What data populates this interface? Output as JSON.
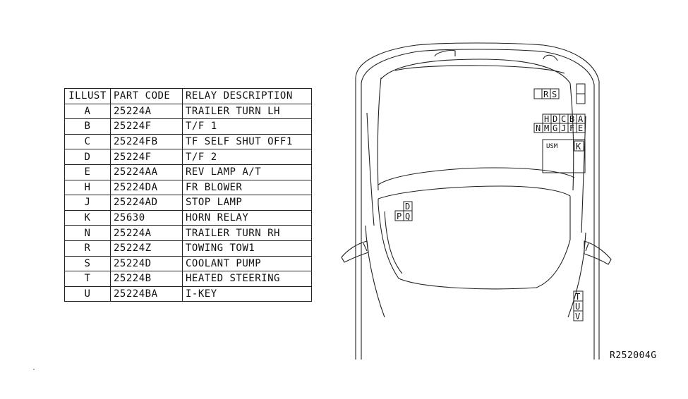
{
  "table": {
    "headers": {
      "illust": "ILLUST",
      "part_code": "PART CODE",
      "description": "RELAY DESCRIPTION"
    },
    "rows": [
      {
        "illust": "A",
        "part_code": "25224A",
        "description": "TRAILER TURN LH"
      },
      {
        "illust": "B",
        "part_code": "25224F",
        "description": "T/F 1"
      },
      {
        "illust": "C",
        "part_code": "25224FB",
        "description": "TF SELF SHUT OFF1"
      },
      {
        "illust": "D",
        "part_code": "25224F",
        "description": "T/F 2"
      },
      {
        "illust": "E",
        "part_code": "25224AA",
        "description": "REV LAMP A/T"
      },
      {
        "illust": "H",
        "part_code": "25224DA",
        "description": "FR BLOWER"
      },
      {
        "illust": "J",
        "part_code": "25224AD",
        "description": "STOP LAMP"
      },
      {
        "illust": "K",
        "part_code": "25630",
        "description": "HORN RELAY"
      },
      {
        "illust": "N",
        "part_code": "25224A",
        "description": "TRAILER TURN RH"
      },
      {
        "illust": "R",
        "part_code": "25224Z",
        "description": "TOWING TOW1"
      },
      {
        "illust": "S",
        "part_code": "25224D",
        "description": "COOLANT PUMP"
      },
      {
        "illust": "T",
        "part_code": "25224B",
        "description": "HEATED STEERING"
      },
      {
        "illust": "U",
        "part_code": "25224BA",
        "description": "I-KEY"
      }
    ]
  },
  "diagram": {
    "box_labels": {
      "R": "R",
      "S": "S",
      "H": "H",
      "D": "D",
      "C": "C",
      "B": "B",
      "A": "A",
      "N": "N",
      "M": "M",
      "G": "G",
      "J": "J",
      "F": "F",
      "E": "E",
      "K": "K",
      "D2": "D",
      "P": "P",
      "Q": "Q",
      "T": "T",
      "U": "U",
      "V": "V"
    },
    "usm_label": "USM"
  },
  "figure_id": "R252004G"
}
